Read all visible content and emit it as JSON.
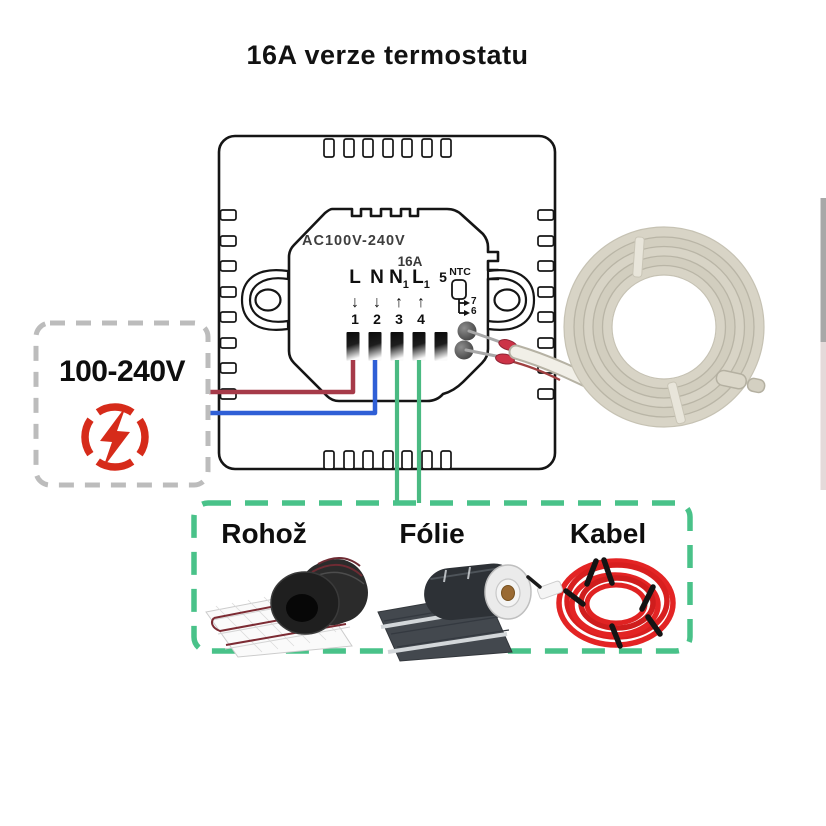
{
  "title": "16A verze termostatu",
  "thermostat": {
    "rating_label": "AC100V-240V",
    "amp_label": "16A",
    "terminals": [
      {
        "label": "L",
        "sub": "",
        "arrow": "↓",
        "number": "1"
      },
      {
        "label": "N",
        "sub": "",
        "arrow": "↓",
        "number": "2"
      },
      {
        "label": "N",
        "sub": "1",
        "arrow": "↑",
        "number": "3"
      },
      {
        "label": "L",
        "sub": "1",
        "arrow": "↑",
        "number": "4"
      },
      {
        "label": "",
        "sub": "",
        "arrow": "",
        "number": "5"
      }
    ],
    "ntc": {
      "label": "NTC",
      "terminal_top": "7",
      "terminal_bottom": "6"
    }
  },
  "power_supply": {
    "label": "100-240V",
    "icon": "lightning-circle-icon",
    "wire_live_color": "#a63a49",
    "wire_neutral_color": "#2f5fd6"
  },
  "heating_loads": {
    "wire_color": "#4aba82",
    "items": [
      {
        "label": "Rohož",
        "icon": "heating-mat-photo"
      },
      {
        "label": "Fólie",
        "icon": "heating-foil-photo"
      },
      {
        "label": "Kabel",
        "icon": "heating-cable-photo"
      }
    ]
  },
  "sensor": {
    "icon": "floor-sensor-cable-coil-photo",
    "cable_color": "#d8d4c6"
  },
  "colors": {
    "outline": "#151515",
    "dashed_power_box": "#bcbcbc",
    "dashed_loads_box": "#49c289",
    "power_icon_red": "#d62b1a",
    "terminal_block_dark": "#0a0a0a"
  }
}
